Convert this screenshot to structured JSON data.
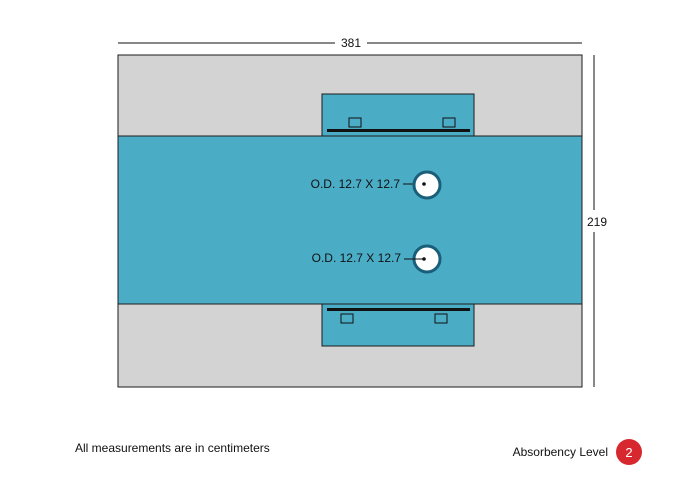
{
  "dimensions": {
    "width": "381",
    "height": "219"
  },
  "openings": [
    {
      "label": "O.D. 12.7 X 12.7"
    },
    {
      "label": "O.D. 12.7 X 12.7"
    }
  ],
  "note": "All measurements are in centimeters",
  "absorbency": {
    "label": "Absorbency Level",
    "level": "2"
  },
  "colors": {
    "floor": "#d3d3d3",
    "mat": "#4bacc6",
    "outline": "#1b1b1b",
    "opening_ring": "#1a5f7a",
    "badge": "#d7282f"
  }
}
